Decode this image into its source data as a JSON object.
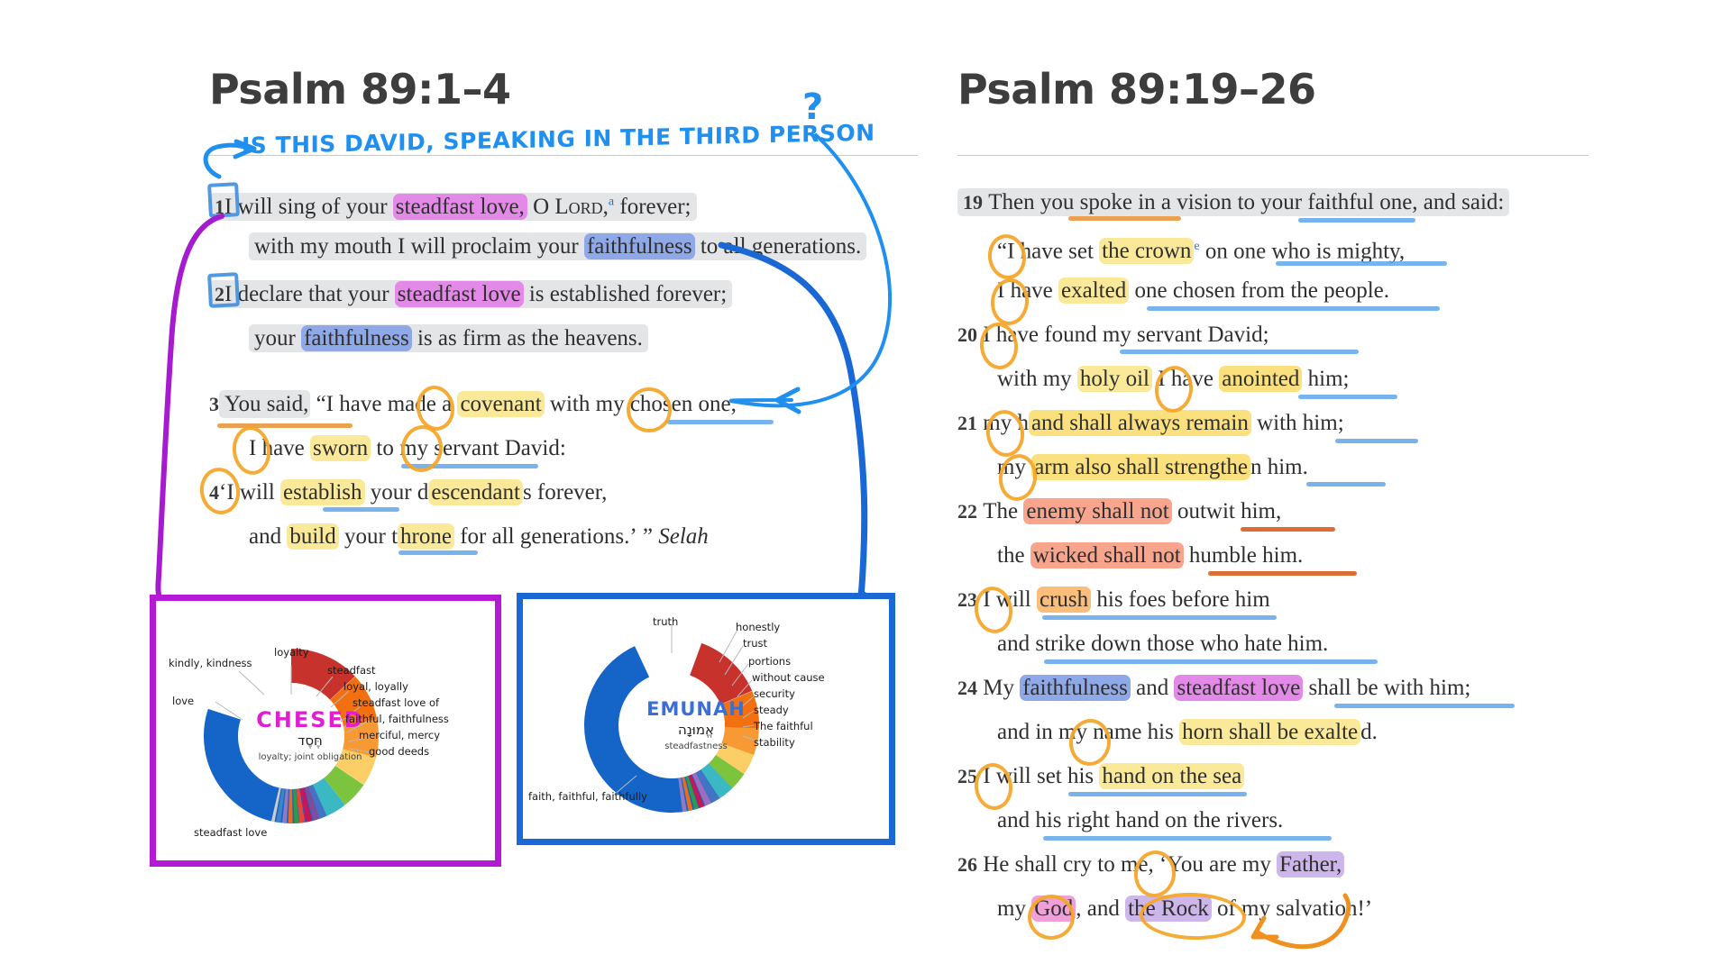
{
  "left_column": {
    "title": "Psalm 89:1–4",
    "annotation_note": "IS THIS DAVID, SPEAKING IN THE THIRD PERSON",
    "annotation_note_mark": "?",
    "verses": [
      {
        "num": "1",
        "lines": [
          "I will sing of your steadfast love, O Lord,a forever;",
          "with my mouth I will proclaim your faithfulness to all generations."
        ]
      },
      {
        "num": "2",
        "lines": [
          "I declare that your steadfast love is established forever;",
          "your faithfulness is as firm as the heavens."
        ]
      },
      {
        "num": "3",
        "lines": [
          "You said, “I have made a covenant with my chosen one,",
          "I have sworn to my servant David:"
        ]
      },
      {
        "num": "4",
        "lines": [
          "‘I will establish your descendants forever,",
          "and build your throne for all generations.’ ” Selah"
        ]
      }
    ]
  },
  "right_column": {
    "title": "Psalm 89:19–26",
    "verses": [
      {
        "num": "19",
        "lines": [
          "Then you spoke in a vision to your faithful one, and said:",
          "“I have set the crowne on one who is mighty,",
          "I have exalted one chosen from the people."
        ]
      },
      {
        "num": "20",
        "lines": [
          "I have found my servant David;",
          "with my holy oil I have anointed him;"
        ]
      },
      {
        "num": "21",
        "lines": [
          "my hand shall always remain with him;",
          "my arm also shall strengthen him."
        ]
      },
      {
        "num": "22",
        "lines": [
          "The enemy shall not outwit him,",
          "the wicked shall not humble him."
        ]
      },
      {
        "num": "23",
        "lines": [
          "I will crush his foes before him",
          "and strike down those who hate him."
        ]
      },
      {
        "num": "24",
        "lines": [
          "My faithfulness and steadfast love shall be with him;",
          "and in my name his horn shall be exalted."
        ]
      },
      {
        "num": "25",
        "lines": [
          "I will set his hand on the sea",
          "and his right hand on the rivers."
        ]
      },
      {
        "num": "26",
        "lines": [
          "He shall cry to me, ‘You are my Father,",
          "my God, and the Rock of my salvation!’"
        ]
      }
    ]
  },
  "chart_data": [
    {
      "type": "pie",
      "title": "CHESED",
      "subtitle_hebrew": "חֶּסֶד",
      "gloss": "loyalty; joint obligation",
      "border_color": "#b41ad6",
      "title_color": "#e020d0",
      "categories": [
        "steadfast love",
        "love",
        "kindly, kindness",
        "loyalty",
        "steadfast",
        "loyal, loyally",
        "steadfast love of",
        "faithful, faithfulness",
        "merciful, mercy",
        "good deeds"
      ],
      "values": [
        40,
        13,
        9,
        7,
        5.5,
        5,
        4,
        3,
        2.5,
        2
      ],
      "colors": [
        "#1565c8",
        "#c8322c",
        "#f2700f",
        "#f79a34",
        "#fbce66",
        "#7cc43e",
        "#3ab8c4",
        "#4472c4",
        "#7a4fa0",
        "#c2185b"
      ],
      "legend_position": "outside-callouts"
    },
    {
      "type": "pie",
      "title": "EMUNAH",
      "subtitle_hebrew": "אֱמוּנָה",
      "gloss": "steadfastness",
      "border_color": "#1a68d6",
      "title_color": "#3a6fd8",
      "categories": [
        "faith, faithful, faithfully",
        "truth",
        "honestly",
        "trust",
        "portions",
        "without cause",
        "security",
        "steady",
        "The faithful",
        "stability"
      ],
      "values": [
        55,
        13,
        7,
        5,
        4,
        3.5,
        3,
        3,
        2.5,
        2
      ],
      "colors": [
        "#1565c8",
        "#c8322c",
        "#f2700f",
        "#f79a34",
        "#fbce66",
        "#7cc43e",
        "#3ab8c4",
        "#4472c4",
        "#9a6fc0",
        "#c2185b"
      ],
      "legend_position": "outside-callouts"
    }
  ],
  "chesed_labels": [
    "kindly, kindness",
    "loyalty",
    "steadfast",
    "loyal, loyally",
    "steadfast love of",
    "faithful, faithfulness",
    "merciful, mercy",
    "good deeds",
    "love",
    "steadfast love"
  ],
  "emunah_labels": [
    "truth",
    "honestly",
    "trust",
    "portions",
    "without cause",
    "security",
    "steady",
    "The faithful",
    "stability",
    "faith, faithful, faithfully"
  ]
}
